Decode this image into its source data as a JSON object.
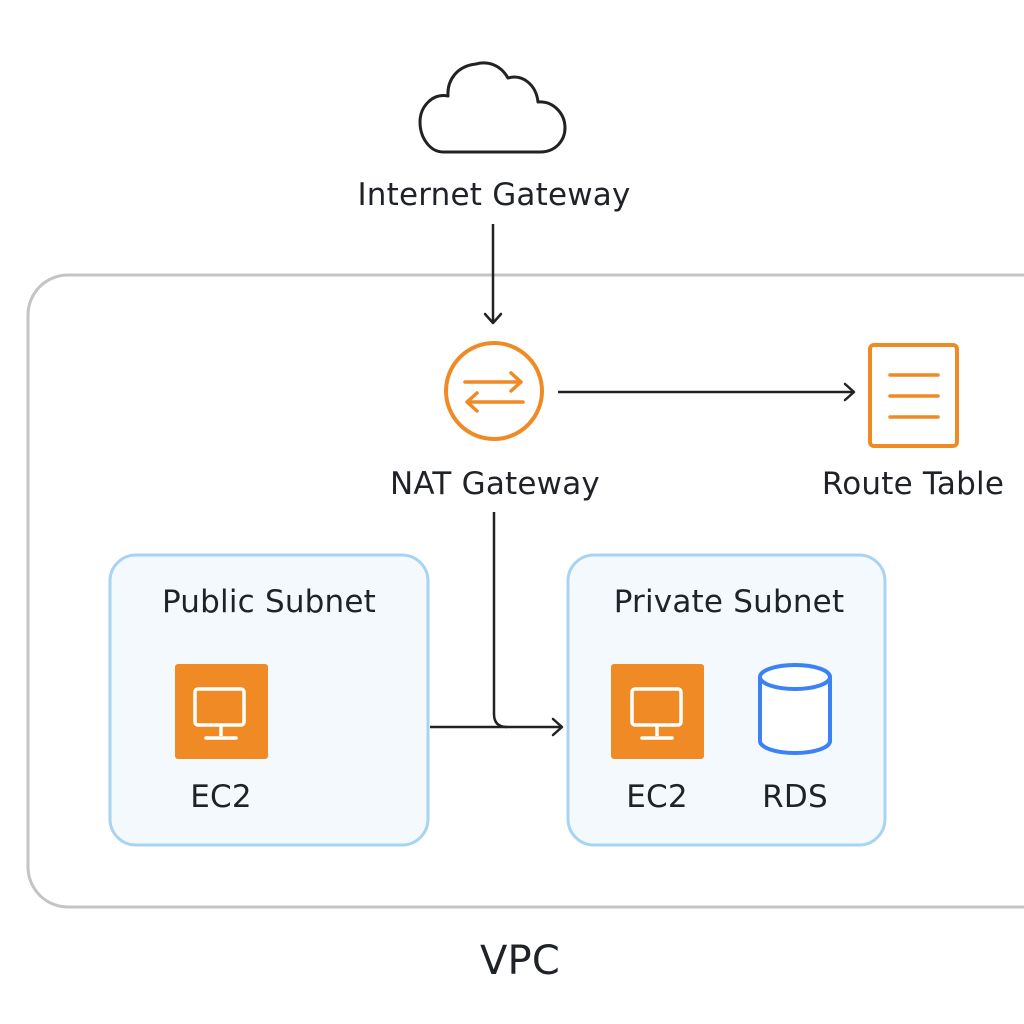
{
  "labels": {
    "internet_gateway": "Internet Gateway",
    "nat_gateway": "NAT Gateway",
    "route_table": "Route Table",
    "public_subnet": "Public Subnet",
    "private_subnet": "Private Subnet",
    "public_ec2": "EC2",
    "private_ec2": "EC2",
    "rds": "RDS",
    "vpc": "VPC"
  },
  "icons": {
    "internet_gateway": "cloud-icon",
    "nat_gateway": "swap-arrows-icon",
    "route_table": "document-list-icon",
    "ec2": "monitor-icon",
    "rds": "database-icon"
  },
  "colors": {
    "orange": "#f08a24",
    "blue": "#3b82f6",
    "subnet_border": "#a9d3f2",
    "subnet_fill": "#f3f9fd",
    "vpc_border": "#c4c4c4",
    "line": "#222222"
  }
}
